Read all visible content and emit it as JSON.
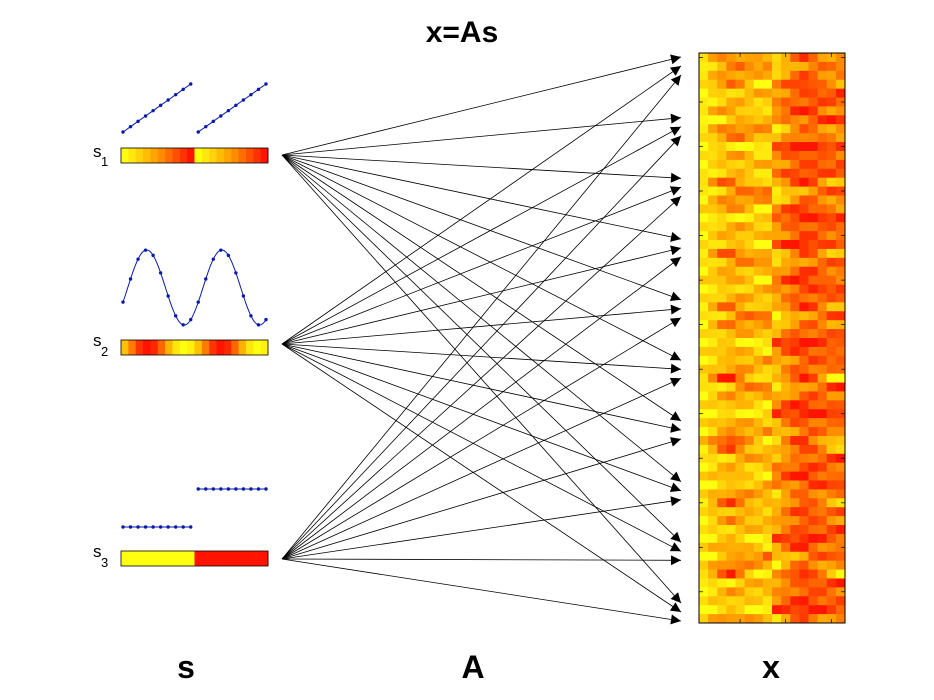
{
  "title": "x=As",
  "labels": {
    "sources": "s",
    "mixing": "A",
    "observations": "x"
  },
  "sources": [
    {
      "name": "s",
      "sub": "1",
      "kind": "sawtooth"
    },
    {
      "name": "s",
      "sub": "2",
      "kind": "sine"
    },
    {
      "name": "s",
      "sub": "3",
      "kind": "step"
    }
  ],
  "colors": {
    "trace": "#0a1aa8",
    "arrow": "#000000",
    "heat_low": "#ffff10",
    "heat_mid": "#ff9a00",
    "heat_high": "#ff1400"
  },
  "signal_length": 20,
  "observation_rows": 64,
  "observation_cols": 16,
  "arrow_targets": 10
}
